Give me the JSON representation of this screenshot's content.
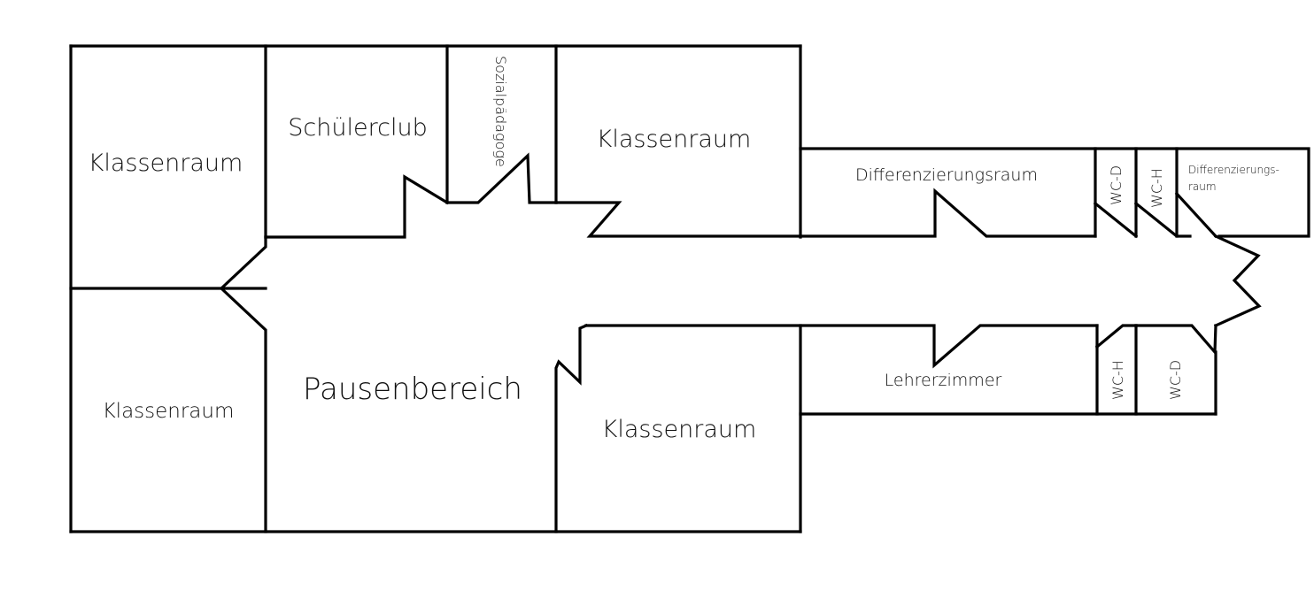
{
  "floor_plan": {
    "wall_color": "#000000",
    "background": "#ffffff",
    "rooms": {
      "klassenraum_top_left": "Klassenraum",
      "klassenraum_bottom_left": "Klassenraum",
      "schuelerclub": "Schülerclub",
      "sozialpaedagoge": "Sozialpädagoge",
      "klassenraum_top_center": "Klassenraum",
      "pausenbereich": "Pausenbereich",
      "klassenraum_bottom_center": "Klassenraum",
      "differenzierungsraum_large": "Differenzierungsraum",
      "wc_d_top": "WC-D",
      "wc_h_top": "WC-H",
      "differenzierungsraum_small_line1": "Differenzierungs-",
      "differenzierungsraum_small_line2": "raum",
      "lehrerzimmer": "Lehrerzimmer",
      "wc_h_bottom": "WC-H",
      "wc_d_bottom": "WC-D"
    }
  }
}
